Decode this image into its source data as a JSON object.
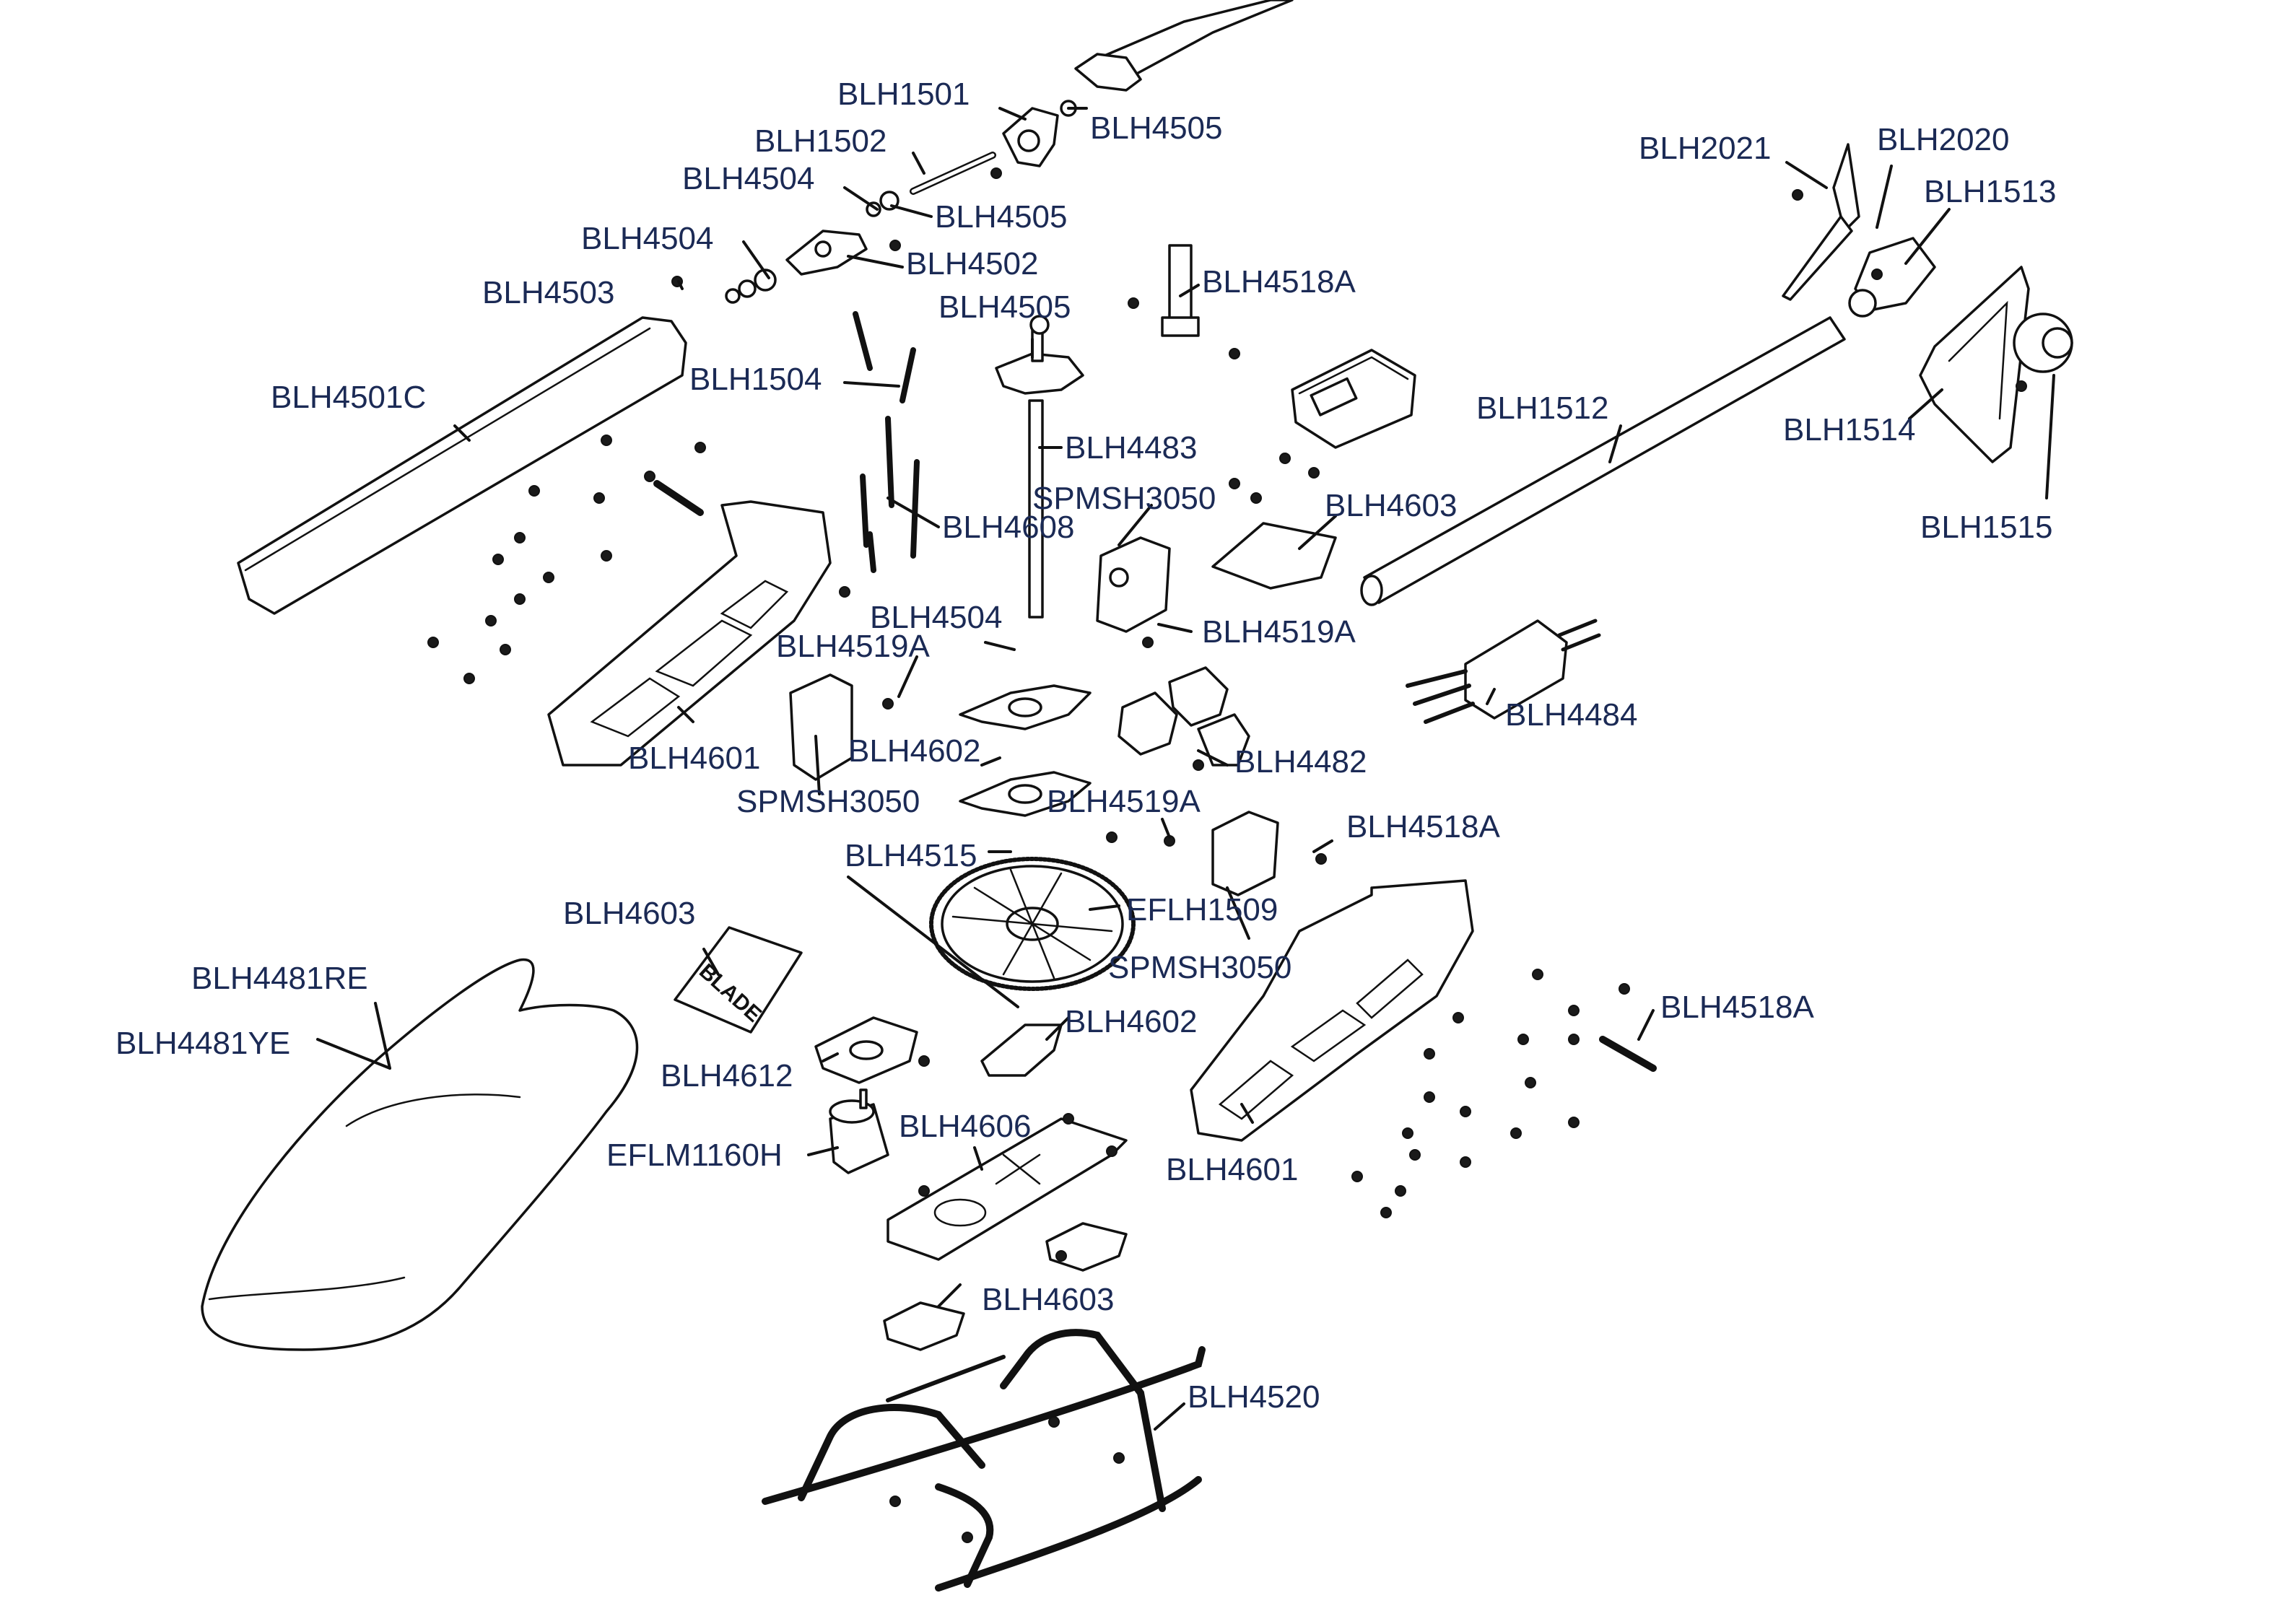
{
  "labels": {
    "blh4501c": "BLH4501C",
    "blh1501": "BLH1501",
    "blh1502": "BLH1502",
    "blh4505_a": "BLH4505",
    "blh4504_a": "BLH4504",
    "blh4505_b": "BLH4505",
    "blh4504_b": "BLH4504",
    "blh4502": "BLH4502",
    "blh4503": "BLH4503",
    "blh4505_c": "BLH4505",
    "blh1504": "BLH1504",
    "blh4518a_a": "BLH4518A",
    "blh4483": "BLH4483",
    "spmsh3050_a": "SPMSH3050",
    "blh4608": "BLH4608",
    "blh4603_a": "BLH4603",
    "blh4504_c": "BLH4504",
    "blh4519a_a": "BLH4519A",
    "blh4519a_b": "BLH4519A",
    "blh4601_a": "BLH4601",
    "blh4602_a": "BLH4602",
    "spmsh3050_b": "SPMSH3050",
    "blh4482": "BLH4482",
    "blh4484": "BLH4484",
    "blh4519a_c": "BLH4519A",
    "blh4518a_b": "BLH4518A",
    "blh4515": "BLH4515",
    "eflh1509": "EFLH1509",
    "spmsh3050_c": "SPMSH3050",
    "blh4603_b": "BLH4603",
    "blh4481re": "BLH4481RE",
    "blh4481ye": "BLH4481YE",
    "blh4612": "BLH4612",
    "blh4602_b": "BLH4602",
    "blh4606": "BLH4606",
    "eflm1160h": "EFLM1160H",
    "blh4601_b": "BLH4601",
    "blh4603_c": "BLH4603",
    "blh4518a_c": "BLH4518A",
    "blh4520": "BLH4520",
    "blh2021": "BLH2021",
    "blh2020": "BLH2020",
    "blh1513": "BLH1513",
    "blh1512": "BLH1512",
    "blh1514": "BLH1514",
    "blh1515": "BLH1515"
  },
  "brand_decal": "BLADE"
}
